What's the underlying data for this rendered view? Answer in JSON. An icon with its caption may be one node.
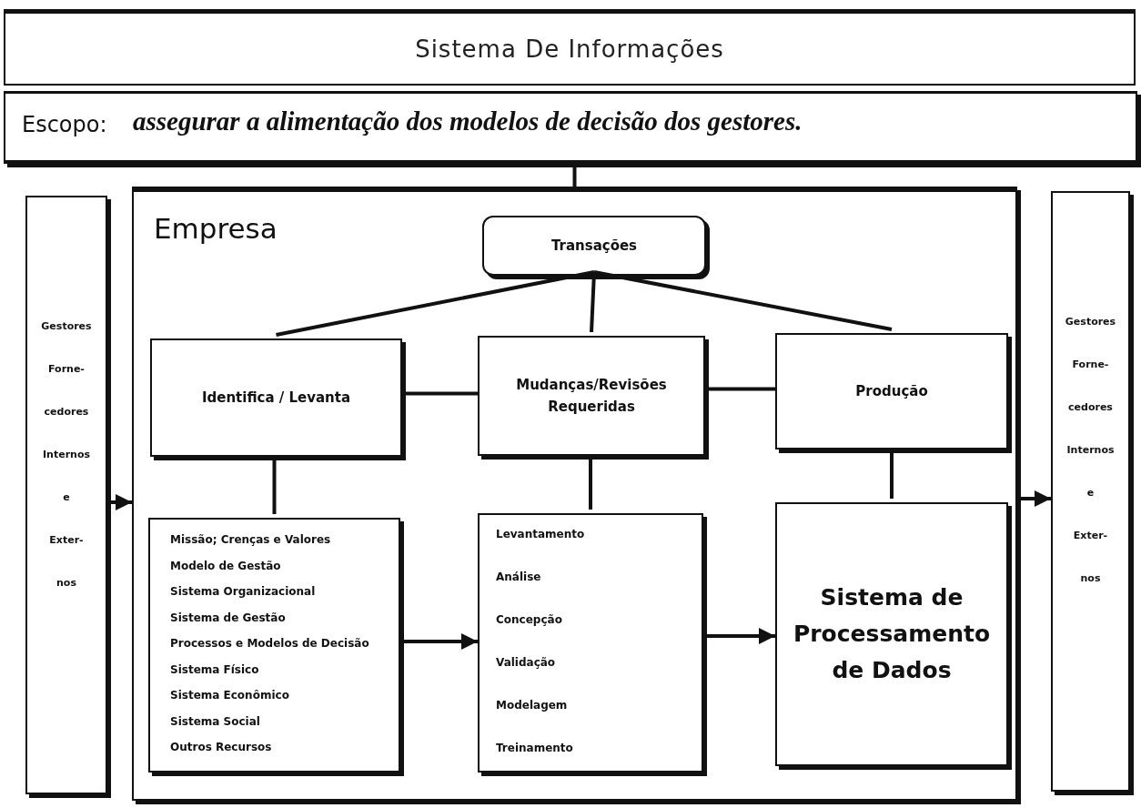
{
  "diagram": {
    "title": "Sistema De Informações",
    "nodes": [
      {
        "text": [
          "Escopo:",
          "assegurar a alimentação dos modelos de decisão dos gestores."
        ]
      },
      {
        "text": [
          "Gestores",
          "Forne-",
          "cedores",
          "Internos",
          "e",
          "Exter-",
          "nos"
        ]
      },
      {
        "text": [
          "Empresa"
        ]
      },
      {
        "text": [
          "Transações"
        ],
        "in": 2
      },
      {
        "text": [
          "Identifica / Levanta"
        ],
        "in": 2
      },
      {
        "text": [
          "Mudanças/Revisões Requeridas"
        ],
        "in": 2
      },
      {
        "text": [
          "Produção"
        ],
        "in": 2
      },
      {
        "text": [
          "Missão; Crenças e Valores",
          "Modelo de Gestão",
          "Sistema Organizacional",
          "Sistema de Gestão",
          "Processos e Modelos de Decisão",
          "Sistema Físico",
          "Sistema Econômico",
          "Sistema Social",
          "Outros Recursos"
        ],
        "in": 2
      },
      {
        "text": [
          "Levantamento",
          "Análise",
          "Concepção",
          "Validação",
          "Modelagem",
          "Treinamento"
        ],
        "in": 2
      },
      {
        "text": [
          "Sistema de Processamento de Dados"
        ],
        "in": 2
      },
      {
        "text": [
          "Gestores",
          "Forne-",
          "cedores",
          "Internos",
          "e",
          "Exter-",
          "nos"
        ]
      }
    ],
    "edges": [
      {
        "from": 0,
        "to": 2,
        "arrow": "none"
      },
      {
        "from": 3,
        "to": 4,
        "arrow": "none"
      },
      {
        "from": 3,
        "to": 5,
        "arrow": "none"
      },
      {
        "from": 3,
        "to": 6,
        "arrow": "none"
      },
      {
        "from": 4,
        "to": 5,
        "arrow": "none"
      },
      {
        "from": 5,
        "to": 6,
        "arrow": "none"
      },
      {
        "from": 4,
        "to": 7,
        "arrow": "none"
      },
      {
        "from": 5,
        "to": 8,
        "arrow": "none"
      },
      {
        "from": 6,
        "to": 9,
        "arrow": "none"
      },
      {
        "from": 7,
        "to": 8,
        "arrow": "to"
      },
      {
        "from": 8,
        "to": 9,
        "arrow": "to"
      },
      {
        "from": 1,
        "to": 2,
        "arrow": "to"
      },
      {
        "from": 2,
        "to": 10,
        "arrow": "to"
      }
    ]
  }
}
